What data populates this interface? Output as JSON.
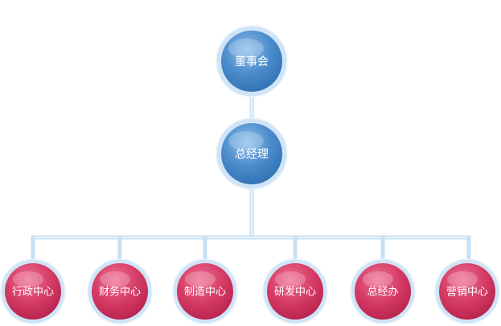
{
  "diagram": {
    "root": {
      "label": "董事会"
    },
    "manager": {
      "label": "总经理"
    },
    "departments": [
      {
        "label": "行政中心"
      },
      {
        "label": "财务中心"
      },
      {
        "label": "制造中心"
      },
      {
        "label": "研发中心"
      },
      {
        "label": "总经办"
      },
      {
        "label": "营销中心"
      }
    ]
  },
  "colors": {
    "top_fill_light": "#8fc0ea",
    "top_fill_dark": "#2f72b3",
    "bottom_fill_light": "#ef6f93",
    "bottom_fill_dark": "#b8244f",
    "ring": "#cfe4f6",
    "connector": "#c6e0f4"
  }
}
